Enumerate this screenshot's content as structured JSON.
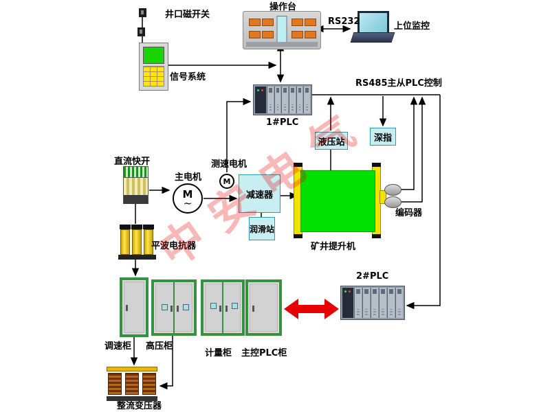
{
  "watermark": "中安电气",
  "labels": {
    "console": "操作台",
    "magnetic_switch": "井口磁开关",
    "rs232": "RS232",
    "host_monitor": "上位监控",
    "signal_system": "信号系统",
    "plc1": "1#PLC",
    "rs485_link": "RS485主从PLC控制",
    "hydraulic_station": "液压站",
    "depth_indicator": "深指",
    "dc_breaker": "直流快开",
    "main_motor": "主电机",
    "main_motor_m": "M",
    "main_motor_wave": "~",
    "speed_motor": "测速电机",
    "speed_motor_m": "M",
    "reducer": "减速器",
    "lubrication_station": "润滑站",
    "mine_hoist": "矿井提升机",
    "encoder": "编码器",
    "smoothing_reactor": "平波电抗器",
    "speed_cabinet": "调速柜",
    "hv_cabinet": "高压柜",
    "metering_cabinet": "计量柜",
    "main_plc_cabinet": "主控PLC柜",
    "plc2": "2#PLC",
    "rectifier_transformer": "整流变压器"
  },
  "colors": {
    "hoist_green": "#00e000",
    "box_cyan": "#c8eef2",
    "cabinet_frame_green": "#37913f",
    "arrow_red": "#e60000",
    "post_yellow": "#f2e200",
    "watermark_red": "#e60000"
  }
}
